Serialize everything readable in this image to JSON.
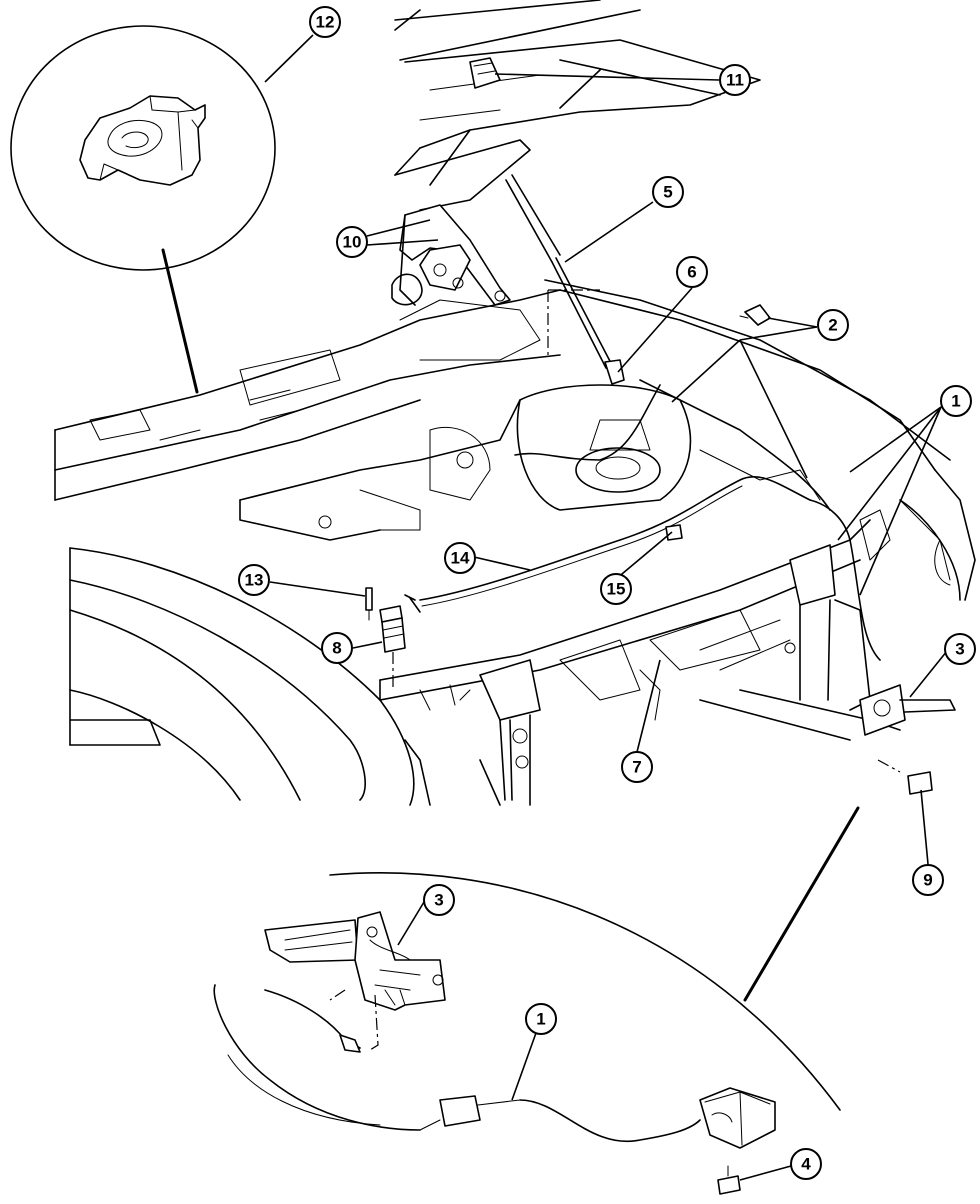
{
  "callouts": [
    {
      "label": "12"
    },
    {
      "label": "11"
    },
    {
      "label": "5"
    },
    {
      "label": "10"
    },
    {
      "label": "6"
    },
    {
      "label": "2"
    },
    {
      "label": "1"
    },
    {
      "label": "14"
    },
    {
      "label": "15"
    },
    {
      "label": "13"
    },
    {
      "label": "8"
    },
    {
      "label": "7"
    },
    {
      "label": "3"
    },
    {
      "label": "9"
    },
    {
      "label": "3"
    },
    {
      "label": "1"
    },
    {
      "label": "4"
    }
  ]
}
